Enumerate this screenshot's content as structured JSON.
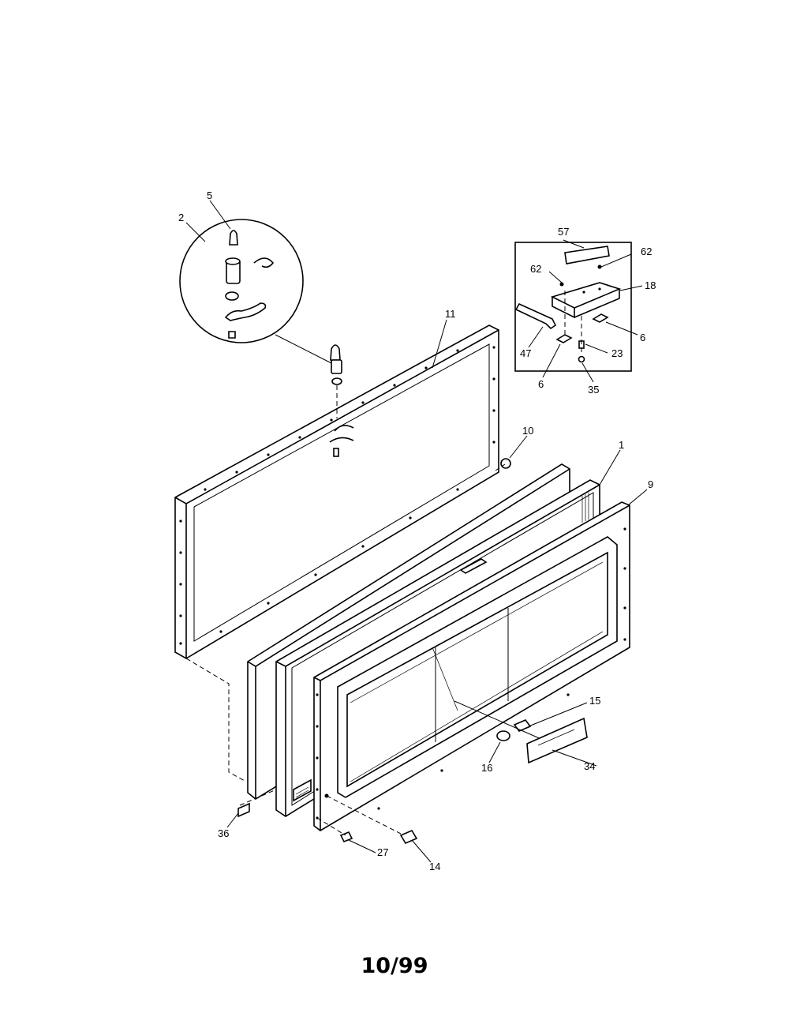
{
  "footer": {
    "date_code": "10/99"
  },
  "labels": {
    "l1": "1",
    "l2": "2",
    "l5": "5",
    "l6a": "6",
    "l6b": "6",
    "l9": "9",
    "l10": "10",
    "l11": "11",
    "l14": "14",
    "l15": "15",
    "l16": "16",
    "l18": "18",
    "l23": "23",
    "l27": "27",
    "l34": "34",
    "l35": "35",
    "l36": "36",
    "l47": "47",
    "l57": "57",
    "l62a": "62",
    "l62b": "62"
  }
}
